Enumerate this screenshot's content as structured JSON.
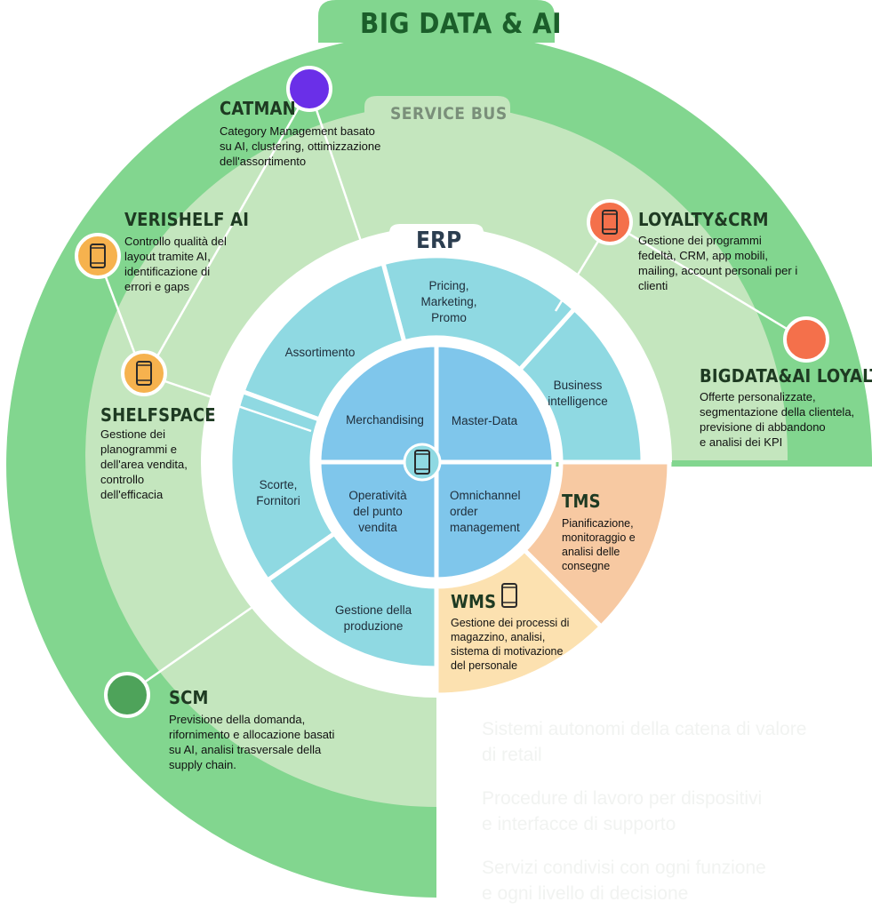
{
  "big_data": {
    "title": "BIG DATA & AI"
  },
  "service_bus": {
    "title": "SERVICE BUS"
  },
  "erp": {
    "title": "ERP",
    "segments": {
      "pricing": "Pricing,\nMarketing,\nPromo",
      "assortimento": "Assortimento",
      "business_intelligence": "Business\nintelligence",
      "scorte": "Scorte,\nFornitori",
      "gestione_produzione": "Gestione della\nproduzione"
    },
    "core": {
      "merchandising": "Merchandising",
      "master_data": "Master-Data",
      "operativita": "Operatività\ndel punto\nvendita",
      "omnichannel": "Omnichannel\norder\nmanagement"
    }
  },
  "tms": {
    "title": "TMS",
    "desc": "Pianificazione,\nmonitoraggio e\nanalisi delle\nconsegne"
  },
  "wms": {
    "title": "WMS",
    "desc": "Gestione dei processi di\nmagazzino, analisi,\nsistema di motivazione\ndel personale"
  },
  "modules": {
    "catman": {
      "title": "CATMAN",
      "desc": "Category Management basato\nsu AI, clustering, ottimizzazione\ndell'assortimento"
    },
    "verishelf": {
      "title": "VERISHELF AI",
      "desc": "Controllo qualità del\nlayout tramite AI,\nidentificazione di\nerrori e gaps"
    },
    "shelfspace": {
      "title": "SHELFSPACE",
      "desc": "Gestione dei\nplanogrammi e\ndell'area vendita,\ncontrollo\ndell'efficacia"
    },
    "loyalty_crm": {
      "title": "LOYALTY&CRM",
      "desc": "Gestione dei programmi\nfedeltà, CRM, app mobili,\nmailing, account personali per i\nclienti"
    },
    "bigdata_loyalty": {
      "title": "BIGDATA&AI LOYALTY",
      "desc": "Offerte personalizzate,\nsegmentazione della clientela,\nprevisione di abbandono\ne analisi dei KPI"
    },
    "scm": {
      "title": "SCM",
      "desc": "Previsione della domanda,\nrifornimento e allocazione basati\nsu AI, analisi trasversale della\nsupply chain."
    }
  },
  "faded_text": {
    "p1": "Sistemi autonomi della catena di valore\ndi retail",
    "p2": "Procedure di lavoro per dispositivi\ne interfacce di supporto",
    "p3": "Servizi condivisi con ogni funzione\ne ogni livello di decisione"
  },
  "colors": {
    "outer_green": "#82d68f",
    "bus_green": "#c4e6be",
    "erp_blue": "#8fd9e2",
    "core_blue": "#7fc6eb",
    "tms_orange": "#f7c9a2",
    "wms_yellow": "#fce1b0",
    "catman_purple": "#6a2fe8",
    "loyalty_red": "#f4704b",
    "phone_yellow": "#f6b24e",
    "scm_green": "#4ea35a"
  },
  "icons": [
    "phone-icon",
    "circle-marker-icon"
  ]
}
